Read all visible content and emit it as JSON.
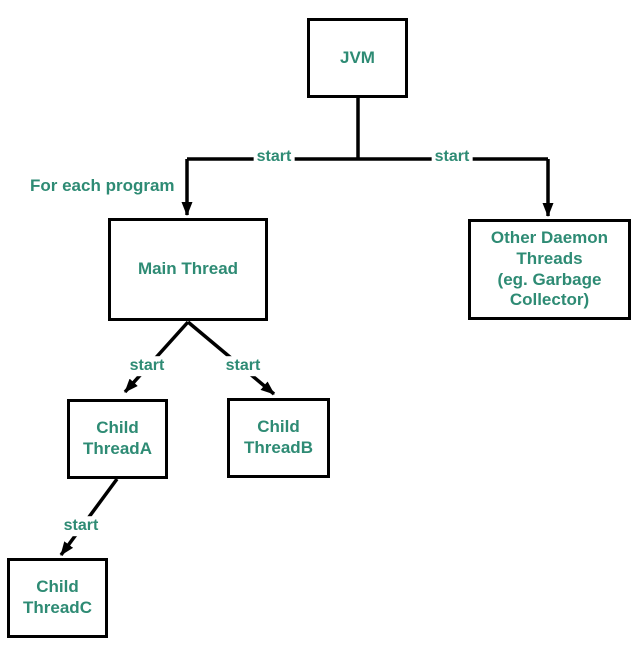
{
  "colors": {
    "text": "#2E8B74",
    "line": "#000000",
    "box_fill": "#ffffff",
    "canvas_bg": "#ffffff"
  },
  "nodes": {
    "jvm": {
      "label": "JVM"
    },
    "main_thread": {
      "label": "Main Thread"
    },
    "other_daemon_threads": {
      "line1": "Other Daemon",
      "line2": "Threads",
      "line3": "(eg. Garbage",
      "line4": "Collector)"
    },
    "child_thread_a": {
      "line1": "Child",
      "line2": "ThreadA"
    },
    "child_thread_b": {
      "line1": "Child",
      "line2": "ThreadB"
    },
    "child_thread_c": {
      "line1": "Child",
      "line2": "ThreadC"
    }
  },
  "labels": {
    "for_each_program": "For each program",
    "start_main": "start",
    "start_daemon": "start",
    "start_child_a": "start",
    "start_child_b": "start",
    "start_child_c": "start"
  }
}
